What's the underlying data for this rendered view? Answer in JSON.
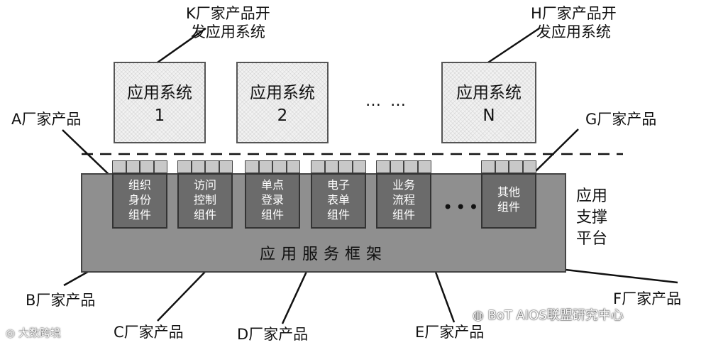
{
  "systems": [
    {
      "line1": "应用系统",
      "line2": "1"
    },
    {
      "line1": "应用系统",
      "line2": "2"
    },
    {
      "line1": "应用系统",
      "line2": "N"
    }
  ],
  "system_ellipsis": "… …",
  "vendor_labels": {
    "k": [
      "K厂家产品开",
      "发应用系统"
    ],
    "h": [
      "H厂家产品开",
      "发应用系统"
    ],
    "a": "A厂家产品",
    "g": "G厂家产品",
    "b": "B厂家产品",
    "c": "C厂家产品",
    "d": "D厂家产品",
    "e": "E厂家产品",
    "f": "F厂家产品"
  },
  "components": [
    {
      "lines": [
        "组织",
        "身份",
        "组件"
      ]
    },
    {
      "lines": [
        "访问",
        "控制",
        "组件"
      ]
    },
    {
      "lines": [
        "单点",
        "登录",
        "组件"
      ]
    },
    {
      "lines": [
        "电子",
        "表单",
        "组件"
      ]
    },
    {
      "lines": [
        "业务",
        "流程",
        "组件"
      ]
    },
    {
      "lines": [
        "其他",
        "组件"
      ]
    }
  ],
  "component_ellipsis": "•••",
  "framework_label": "应用服务框架",
  "support_platform": [
    "应用",
    "支撑",
    "平台"
  ],
  "watermarks": {
    "left": "大数跨境",
    "right": "BoT AIOS联盟研究中心"
  }
}
